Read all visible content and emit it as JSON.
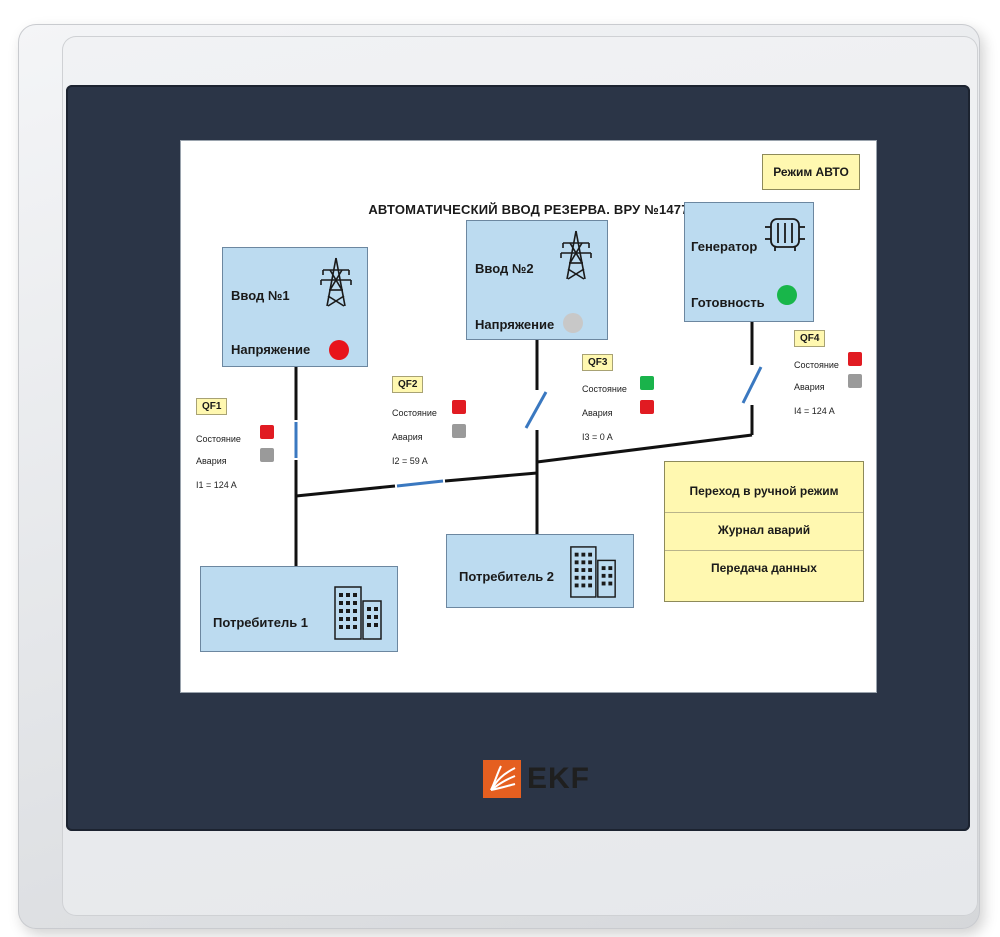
{
  "brand": "EKF",
  "screen": {
    "title": "АВТОМАТИЧЕСКИЙ ВВОД РЕЗЕРВА. ВРУ №1477",
    "mode": "Режим АВТО",
    "input1": {
      "label": "Ввод №1",
      "voltage_label": "Напряжение",
      "voltage_color": "#e8141b"
    },
    "input2": {
      "label": "Ввод №2",
      "voltage_label": "Напряжение",
      "voltage_color": "#c8c8c8"
    },
    "generator": {
      "label": "Генератор",
      "ready_label": "Готовность",
      "ready_color": "#18b64a"
    },
    "qf1": {
      "name": "QF1",
      "state_label": "Состояние",
      "alarm_label": "Авария",
      "current": "I1 = 124 A",
      "state_color": "#e11b22",
      "alarm_color": "#9a9a9a"
    },
    "qf2": {
      "name": "QF2",
      "state_label": "Состояние",
      "alarm_label": "Авария",
      "current": "I2 = 59 A",
      "state_color": "#e11b22",
      "alarm_color": "#9a9a9a"
    },
    "qf3": {
      "name": "QF3",
      "state_label": "Состояние",
      "alarm_label": "Авария",
      "current": "I3 = 0 A",
      "state_color": "#1ab34b",
      "alarm_color": "#e11b22"
    },
    "qf4": {
      "name": "QF4",
      "state_label": "Состояние",
      "alarm_label": "Авария",
      "current": "I4 = 124 A",
      "state_color": "#e11b22",
      "alarm_color": "#9a9a9a"
    },
    "consumer1": "Потребитель 1",
    "consumer2": "Потребитель 2",
    "commands": [
      "Переход в ручной режим",
      "Журнал аварий",
      "Передача данных"
    ]
  },
  "colors": {
    "bezel": "#2b3547",
    "block_fill": "#bcdbf0",
    "panel_yellow": "#fff8b0",
    "breaker_blue": "#3a78c0",
    "logo_orange": "#e55f20"
  }
}
